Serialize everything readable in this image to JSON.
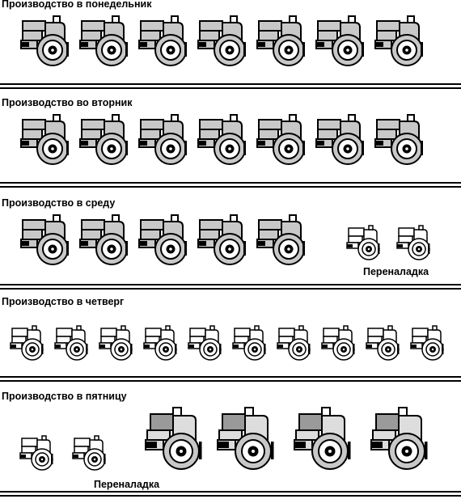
{
  "colors": {
    "background": "#ffffff",
    "ink": "#000000",
    "large_product_fill": "#c8c8c8",
    "variant_product_fill": "#dddddd",
    "variant_product_dark": "#9a9a9a",
    "small_product_fill": "#ffffff"
  },
  "product_types": {
    "large": "large-truck-product",
    "small": "small-truck-product",
    "variant": "variant-truck-product"
  },
  "days": [
    {
      "key": "monday",
      "title": "Производство в понедельник",
      "sequence": [
        "large",
        "large",
        "large",
        "large",
        "large",
        "large",
        "large"
      ],
      "caption": ""
    },
    {
      "key": "tuesday",
      "title": "Производство во вторник",
      "sequence": [
        "large",
        "large",
        "large",
        "large",
        "large",
        "large",
        "large"
      ],
      "caption": ""
    },
    {
      "key": "wednesday",
      "title": "Производство в среду",
      "sequence": [
        "large",
        "large",
        "large",
        "large",
        "large",
        "small",
        "small"
      ],
      "caption": "Переналадка"
    },
    {
      "key": "thursday",
      "title": "Производство в четверг",
      "sequence": [
        "small",
        "small",
        "small",
        "small",
        "small",
        "small",
        "small",
        "small",
        "small",
        "small"
      ],
      "caption": ""
    },
    {
      "key": "friday",
      "title": "Производство в пятницу",
      "sequence": [
        "small",
        "small",
        "variant",
        "variant",
        "variant",
        "variant"
      ],
      "caption": "Переналадка"
    }
  ]
}
